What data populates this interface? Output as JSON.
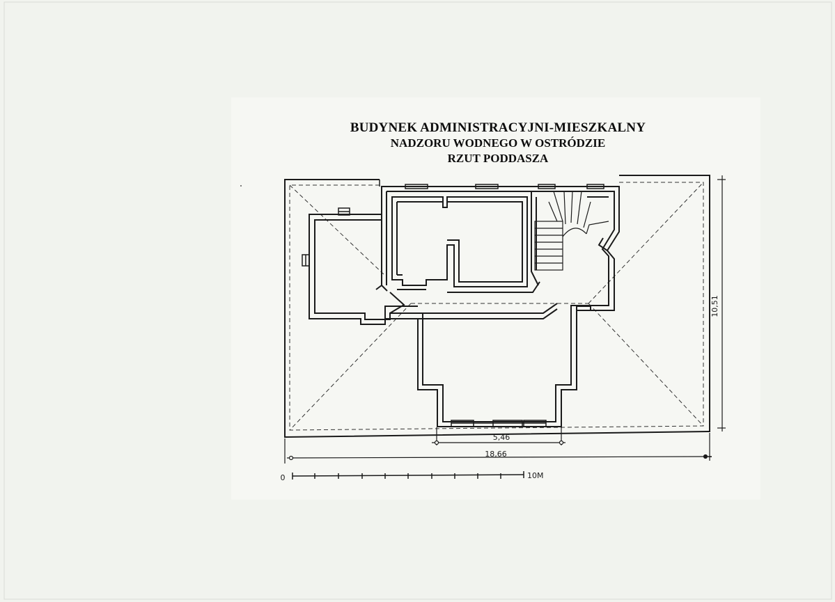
{
  "title": {
    "line1": "BUDYNEK ADMINISTRACYJNI-MIESZKALNY",
    "line2": "NADZORU WODNEGO W OSTRÓDZIE",
    "line3": "RZUT PODDASZA"
  },
  "dimensions": {
    "center_width": "5,46",
    "total_width": "18,66",
    "depth": "10,51"
  },
  "scale_bar": {
    "start_label": "0",
    "end_label": "10M"
  },
  "colors": {
    "paper": "#f1f3ee",
    "drawing_area": "#f6f7f3",
    "ink": "#1a1a1a"
  }
}
